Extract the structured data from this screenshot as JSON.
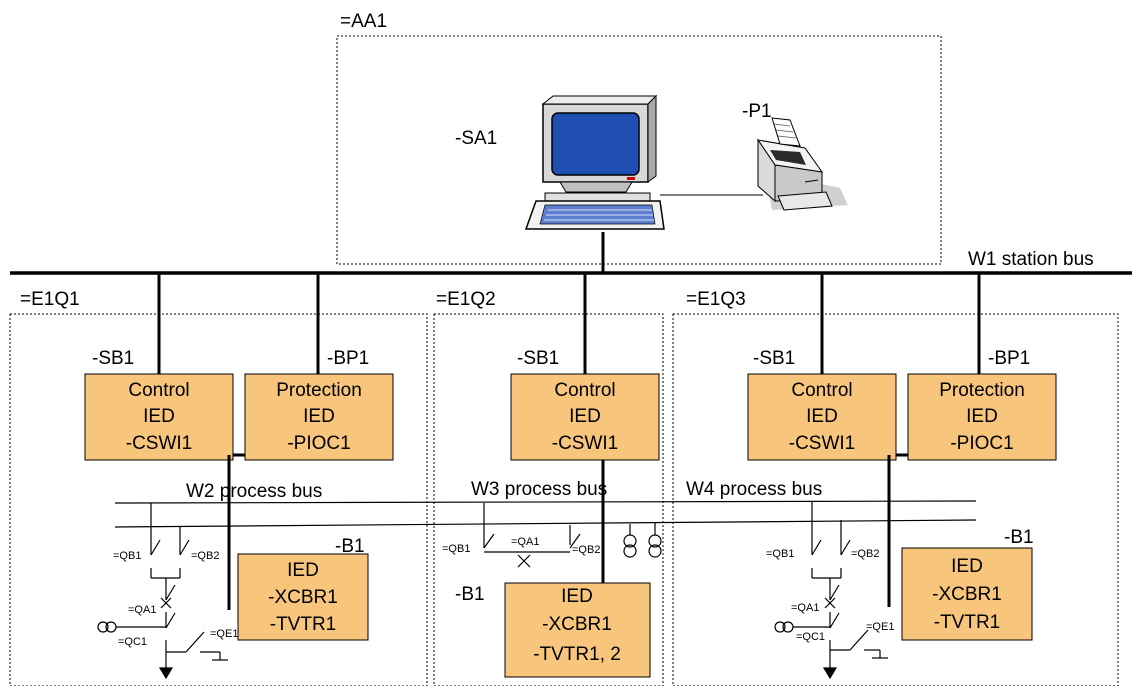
{
  "station": {
    "id": "=AA1",
    "computer": "-SA1",
    "printer": "-P1",
    "station_bus": "W1 station bus"
  },
  "bays": [
    {
      "id": "=E1Q1",
      "control_ref": "-SB1",
      "protection_ref": "-BP1",
      "control_ied": [
        "Control",
        "IED",
        "-CSWI1"
      ],
      "protection_ied": [
        "Protection",
        "IED",
        "-PIOC1"
      ],
      "process_bus": "W2 process bus",
      "merging_ref": "-B1",
      "merging_ied": [
        "IED",
        "-XCBR1",
        "-TVTR1"
      ],
      "switches": {
        "qb1": "=QB1",
        "qb2": "=QB2",
        "qa1": "=QA1",
        "qc1": "=QC1",
        "qe1": "=QE1"
      }
    },
    {
      "id": "=E1Q2",
      "control_ref": "-SB1",
      "control_ied": [
        "Control",
        "IED",
        "-CSWI1"
      ],
      "process_bus": "W3 process bus",
      "merging_ref": "-B1",
      "merging_ied": [
        "IED",
        "-XCBR1",
        "-TVTR1, 2"
      ],
      "switches": {
        "qb1": "=QB1",
        "qa1": "=QA1",
        "qb2": "=QB2"
      }
    },
    {
      "id": "=E1Q3",
      "control_ref": "-SB1",
      "protection_ref": "-BP1",
      "control_ied": [
        "Control",
        "IED",
        "-CSWI1"
      ],
      "protection_ied": [
        "Protection",
        "IED",
        "-PIOC1"
      ],
      "process_bus": "W4 process bus",
      "merging_ref": "-B1",
      "merging_ied": [
        "IED",
        "-XCBR1",
        "-TVTR1"
      ],
      "switches": {
        "qb1": "=QB1",
        "qb2": "=QB2",
        "qa1": "=QA1",
        "qc1": "=QC1",
        "qe1": "=QE1"
      }
    }
  ],
  "colors": {
    "ied_fill": "#F8C57C",
    "screen": "#1F4FB0",
    "line": "#000000"
  }
}
